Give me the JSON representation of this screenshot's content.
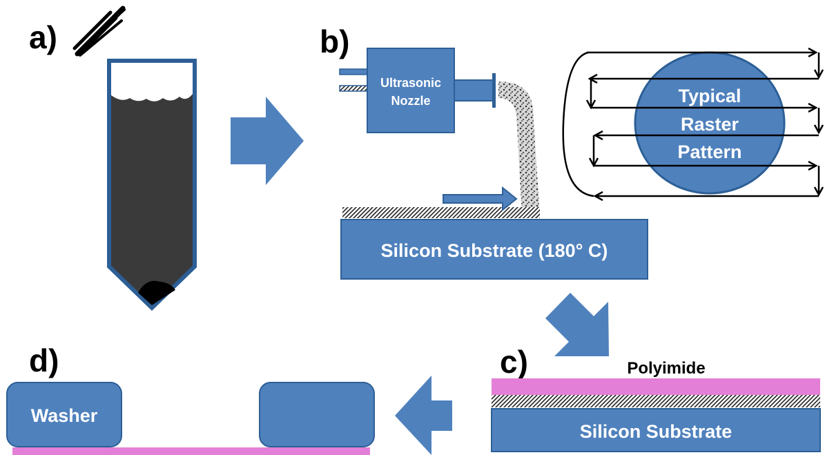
{
  "panels": {
    "a": {
      "label": "a)"
    },
    "b": {
      "label": "b)",
      "nozzle_label_line1": "Ultrasonic",
      "nozzle_label_line2": "Nozzle",
      "substrate_label": "Silicon Substrate (180° C)",
      "raster_line1": "Typical",
      "raster_line2": "Raster",
      "raster_line3": "Pattern"
    },
    "c": {
      "label": "c)",
      "top_layer_label": "Polyimide",
      "substrate_label": "Silicon Substrate"
    },
    "d": {
      "label": "d)",
      "washer_label": "Washer"
    }
  },
  "colors": {
    "box_fill": "#4f81bd",
    "box_stroke": "#2d5f96",
    "tube_fill": "#3a3a3a",
    "polyimide": "#e37fd6",
    "film": "#555555",
    "spray": "#888888"
  }
}
